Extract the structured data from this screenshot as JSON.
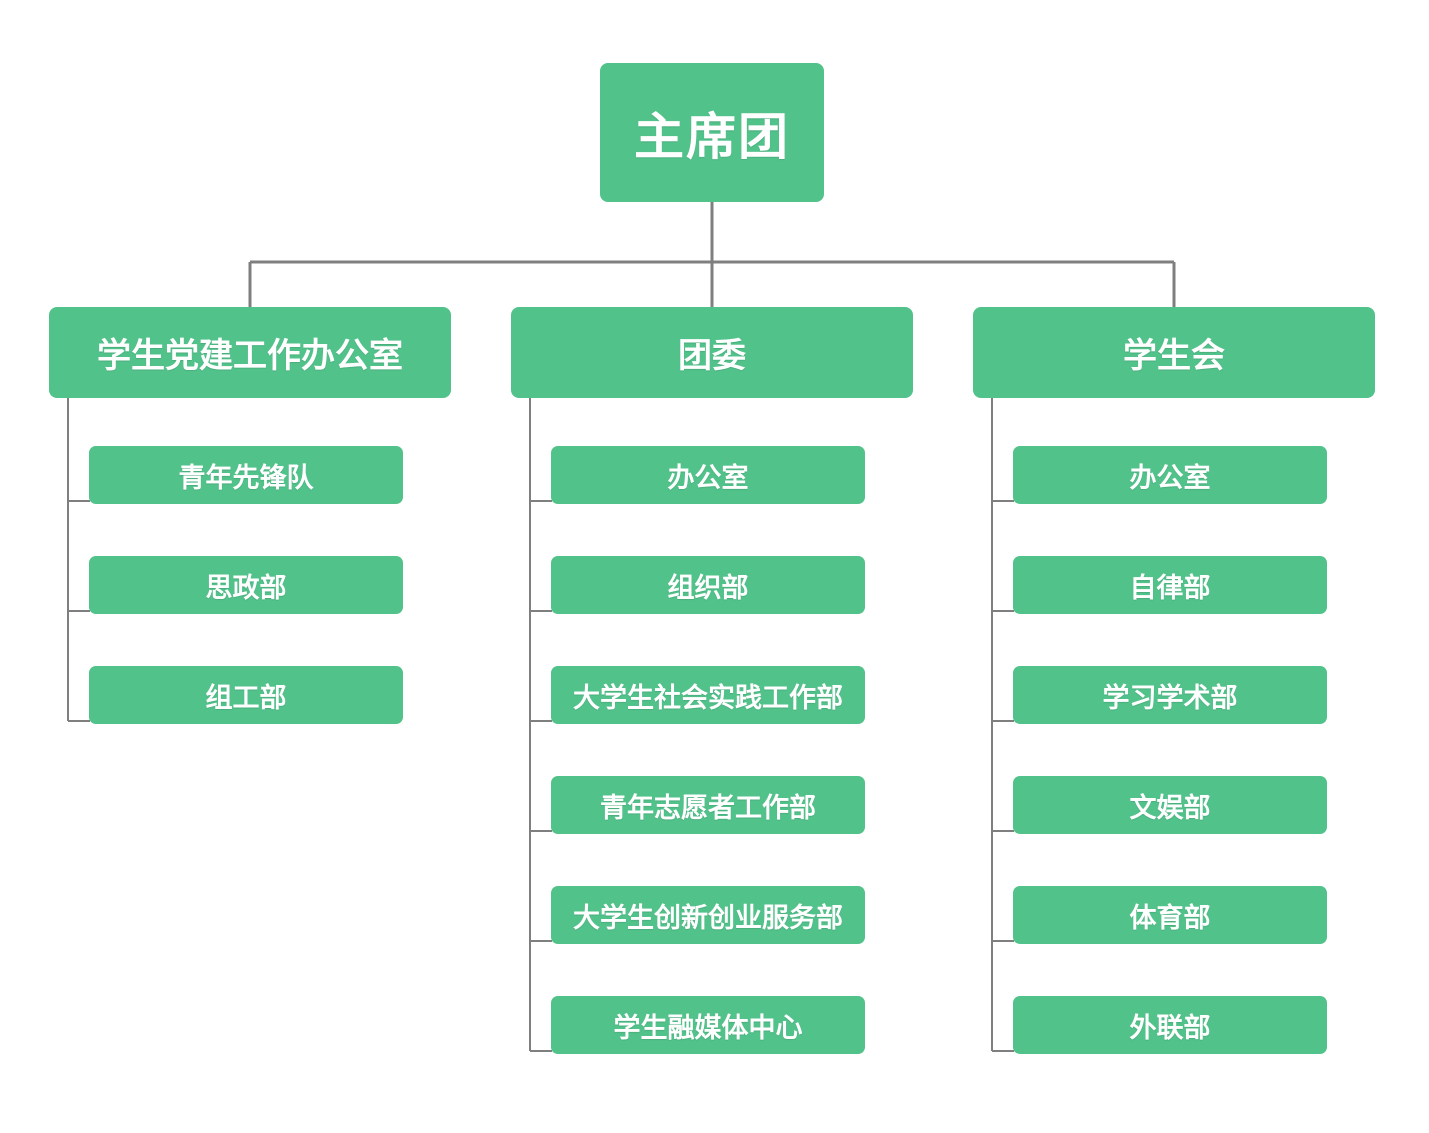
{
  "root": {
    "label": "主席团"
  },
  "columns": [
    {
      "label": "学生党建工作办公室",
      "items": [
        "青年先锋队",
        "思政部",
        "组工部"
      ]
    },
    {
      "label": "团委",
      "items": [
        "办公室",
        "组织部",
        "大学生社会实践工作部",
        "青年志愿者工作部",
        "大学生创新创业服务部",
        "学生融媒体中心"
      ]
    },
    {
      "label": "学生会",
      "items": [
        "办公室",
        "自律部",
        "学习学术部",
        "文娱部",
        "体育部",
        "外联部"
      ]
    }
  ],
  "colors": {
    "box": "#52c28b",
    "text": "#ffffff",
    "line": "#7f7f7f"
  }
}
